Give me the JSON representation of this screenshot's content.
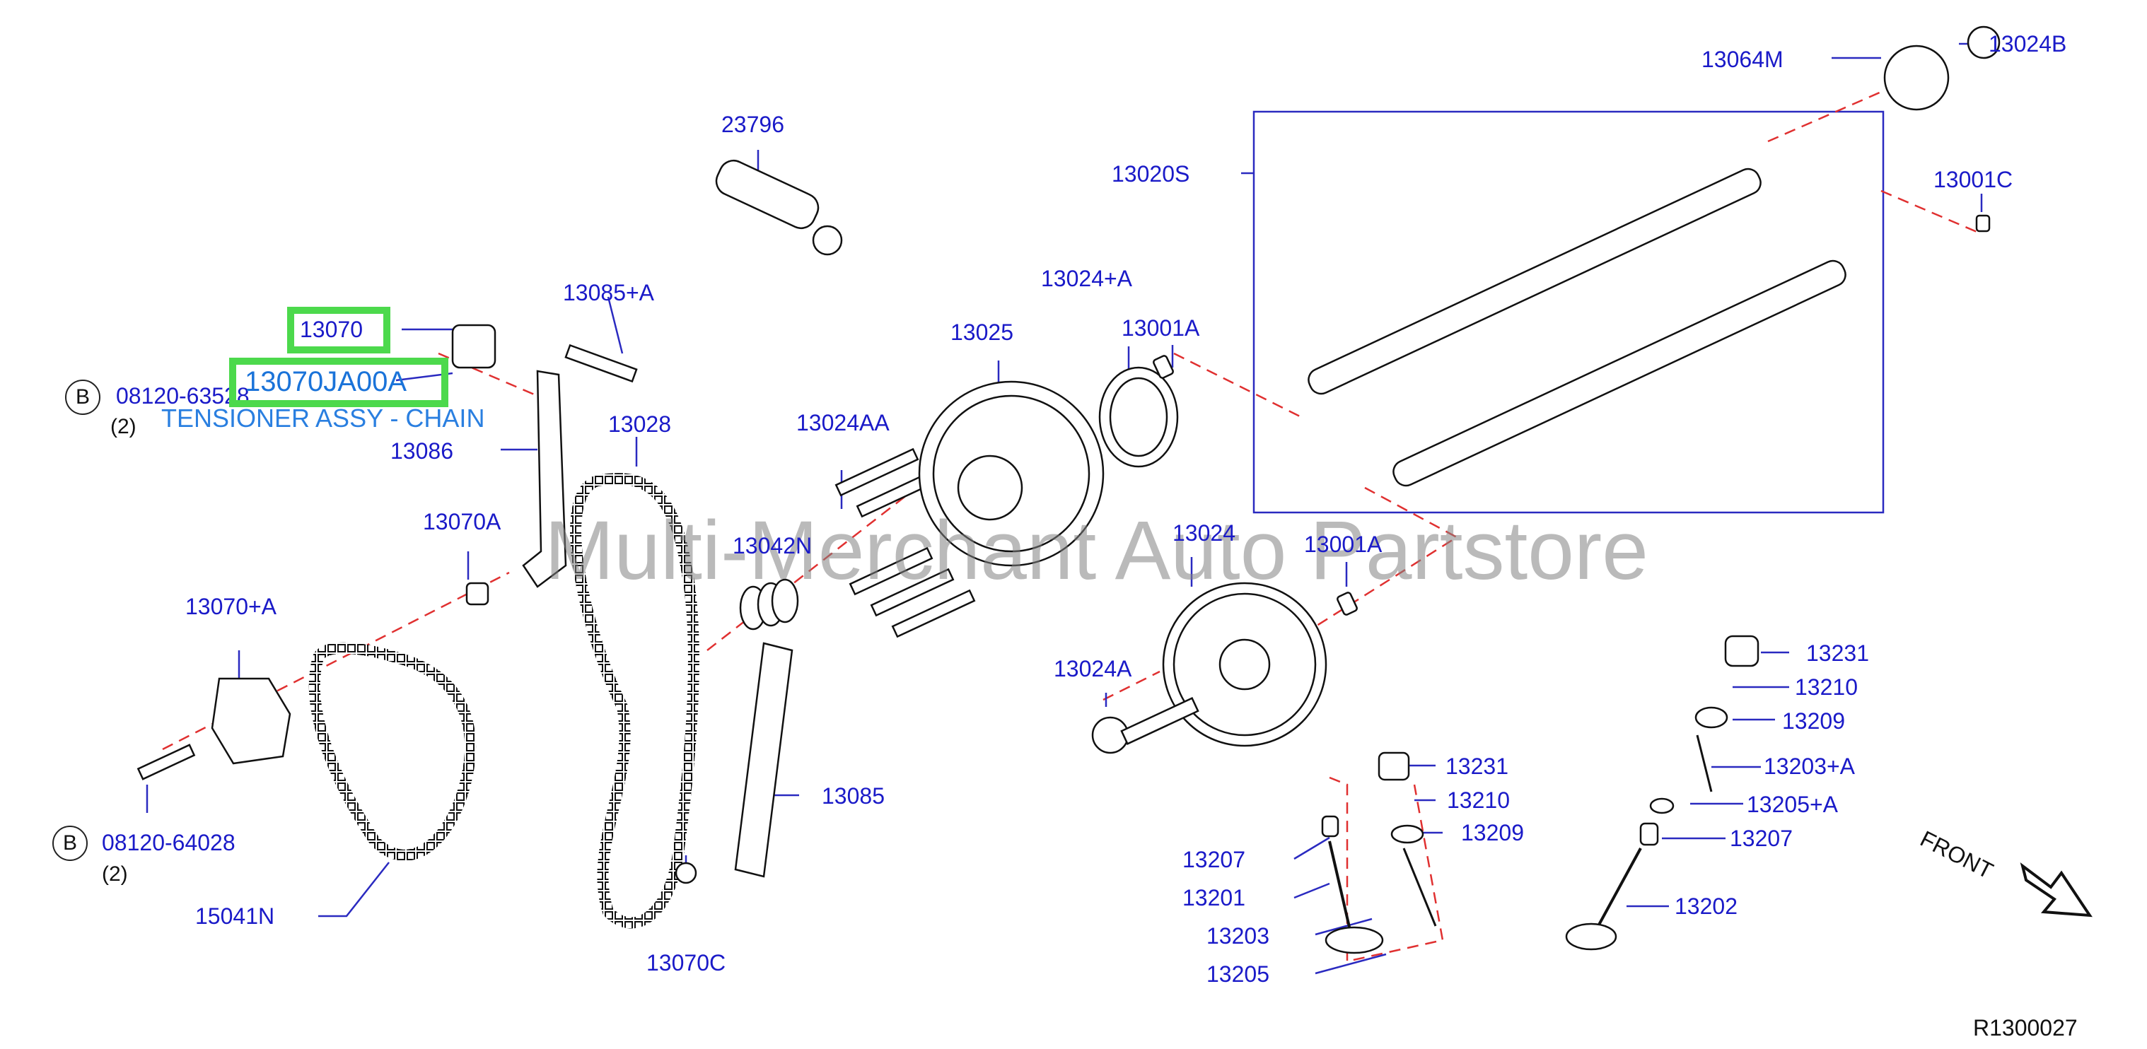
{
  "labels": {
    "l23796": "23796",
    "l13085A": "13085+A",
    "l13070": "13070",
    "l13070JA00A": "13070JA00A",
    "l08120_63528": "08120-63528",
    "tooltip": "TENSIONER ASSY - CHAIN",
    "l13086": "13086",
    "l13028": "13028",
    "l13070A": "13070A",
    "l13070plusA": "13070+A",
    "l08120_64028": "08120-64028",
    "l15041N": "15041N",
    "l13024AA": "13024AA",
    "l13042N": "13042N",
    "l13085": "13085",
    "l13070C": "13070C",
    "l13025": "13025",
    "l13024plusA": "13024+A",
    "l13001A_top": "13001A",
    "l13020S": "13020S",
    "l13064M": "13064M",
    "l13024B": "13024B",
    "l13001C": "13001C",
    "l13024": "13024",
    "l13001A_mid": "13001A",
    "l13024A": "13024A",
    "l13231_left": "13231",
    "l13210_left": "13210",
    "l13209_left": "13209",
    "l13207_left": "13207",
    "l13201": "13201",
    "l13203": "13203",
    "l13205": "13205",
    "l13231_right": "13231",
    "l13210_right": "13210",
    "l13209_right": "13209",
    "l13203plusA": "13203+A",
    "l13205plusA": "13205+A",
    "l13207_right": "13207",
    "l13202": "13202"
  },
  "bolt_refs": {
    "b1": "B",
    "b1_qty": "(2)",
    "b2": "B",
    "b2_qty": "(2)"
  },
  "watermark": "Multi-Merchant Auto Partstore",
  "front_text": "FRONT",
  "diagram_ref": "R1300027",
  "colors": {
    "label": "#1a1ac8",
    "line": "#2a2ac0",
    "dashed": "#e03030",
    "highlight": "#4cd94c",
    "tooltip": "#2a7fe0",
    "part_stroke": "#111111"
  }
}
